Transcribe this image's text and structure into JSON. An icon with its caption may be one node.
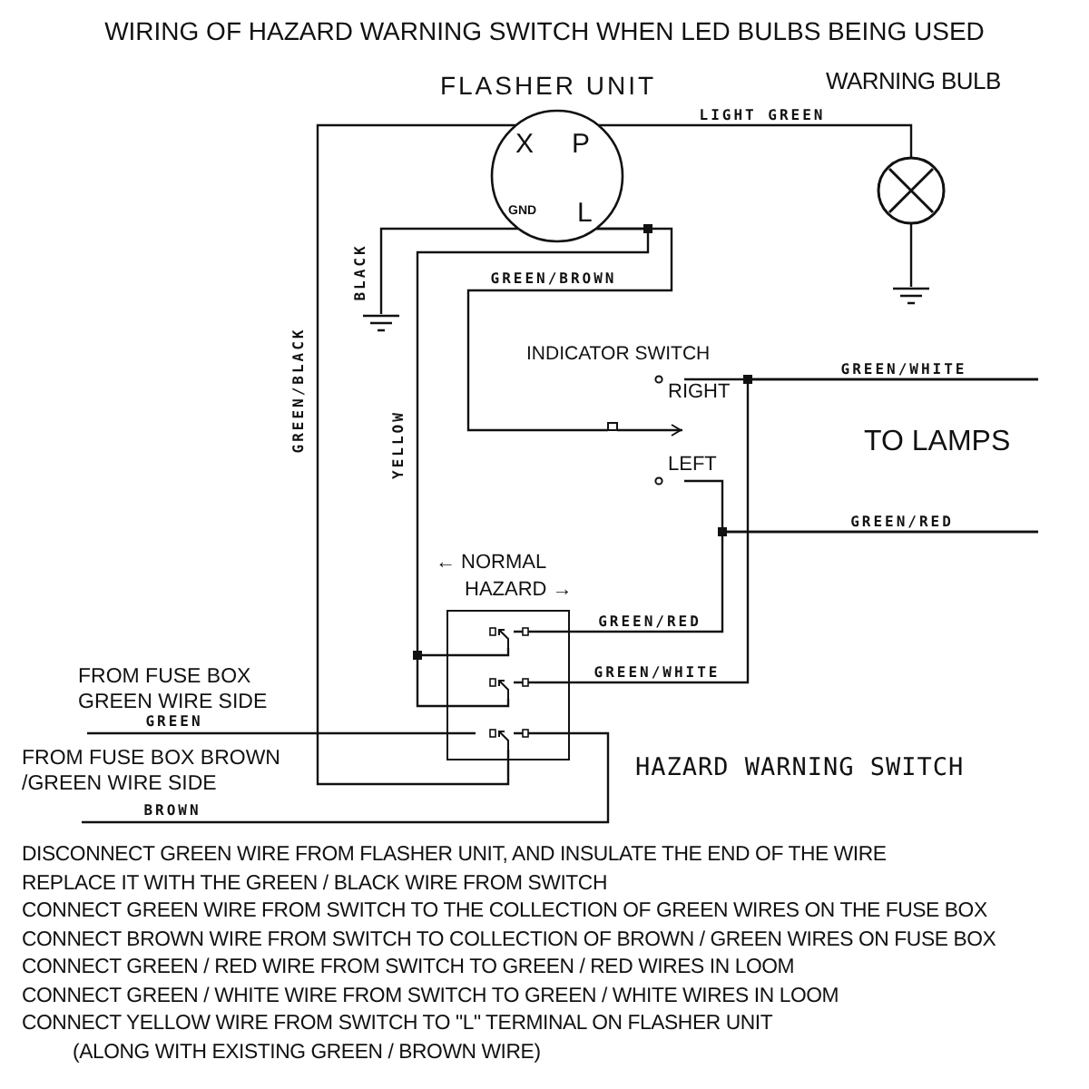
{
  "diagram": {
    "title": "WIRING OF HAZARD WARNING SWITCH WHEN LED BULBS BEING USED",
    "nodes": [
      {
        "text": [
          "FLASHER UNIT",
          "X",
          "P",
          "GND",
          "L"
        ]
      },
      {
        "text": [
          "WARNING BULB"
        ]
      },
      {
        "text": [],
        "shape": "ground"
      },
      {
        "text": [],
        "shape": "ground"
      },
      {
        "text": [
          "INDICATOR SWITCH",
          "RIGHT",
          "LEFT"
        ]
      },
      {
        "text": [
          "TO LAMPS"
        ]
      },
      {
        "text": [
          "← NORMAL",
          "HAZARD →"
        ],
        "beside": [
          "HAZARD WARNING SWITCH"
        ]
      },
      {
        "text": [
          "FROM FUSE BOX GREEN WIRE SIDE"
        ]
      },
      {
        "text": [
          "FROM FUSE BOX BROWN /GREEN WIRE SIDE"
        ]
      }
    ],
    "edges": [
      {
        "from": 0,
        "to": 1,
        "arrow": "none",
        "label": "LIGHT GREEN"
      },
      {
        "from": 1,
        "to": 2,
        "arrow": "none"
      },
      {
        "from": 0,
        "to": 3,
        "arrow": "none",
        "label": "BLACK"
      },
      {
        "from": 0,
        "to": 6,
        "arrow": "none",
        "label": "GREEN/BLACK"
      },
      {
        "from": 0,
        "to": 6,
        "arrow": "none",
        "label": "YELLOW"
      },
      {
        "from": 0,
        "to": 4,
        "arrow": "none",
        "label": "GREEN/BROWN"
      },
      {
        "from": 4,
        "to": 5,
        "arrow": "none",
        "label": "GREEN/WHITE"
      },
      {
        "from": 4,
        "to": 5,
        "arrow": "none",
        "label": "GREEN/RED"
      },
      {
        "from": 6,
        "to": 5,
        "arrow": "none",
        "label": "GREEN/RED"
      },
      {
        "from": 6,
        "to": 5,
        "arrow": "none",
        "label": "GREEN/WHITE"
      },
      {
        "from": 7,
        "to": 6,
        "arrow": "none",
        "label": "GREEN"
      },
      {
        "from": 8,
        "to": 6,
        "arrow": "none",
        "label": "BROWN"
      }
    ],
    "labels": [
      "DISCONNECT GREEN WIRE FROM FLASHER UNIT, AND INSULATE THE END OF THE WIRE",
      "REPLACE IT WITH THE GREEN / BLACK WIRE FROM SWITCH",
      "CONNECT GREEN WIRE FROM SWITCH TO THE COLLECTION OF GREEN WIRES ON THE FUSE BOX",
      "CONNECT BROWN WIRE FROM SWITCH TO COLLECTION OF BROWN / GREEN WIRES ON FUSE BOX",
      "CONNECT GREEN / RED WIRE FROM SWITCH TO GREEN / RED WIRES IN LOOM",
      "CONNECT GREEN / WHITE WIRE FROM SWITCH TO GREEN / WHITE WIRES IN LOOM",
      "CONNECT YELLOW WIRE FROM SWITCH TO \"L\" TERMINAL ON FLASHER UNIT",
      "(ALONG WITH EXISTING GREEN / BROWN WIRE)"
    ]
  }
}
